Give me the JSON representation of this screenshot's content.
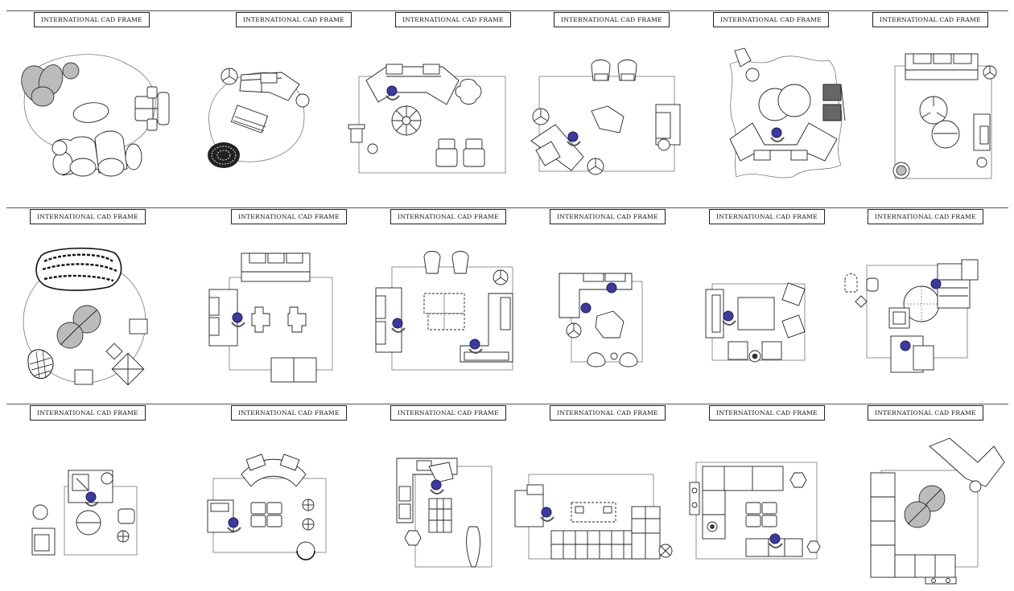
{
  "sheet": {
    "frame_label": "INTERNATIONAL CAD FRAME",
    "rows": 3,
    "columns": 6,
    "colors": {
      "line": "#222222",
      "figure_body": "#3a3aa0",
      "figure_outline": "#1a1a60",
      "hatch": "#bbbbbb"
    }
  },
  "frames": [
    {
      "id": "r1c1",
      "label": "INTERNATIONAL CAD FRAME"
    },
    {
      "id": "r1c2",
      "label": "INTERNATIONAL CAD FRAME"
    },
    {
      "id": "r1c3",
      "label": "INTERNATIONAL CAD FRAME"
    },
    {
      "id": "r1c4",
      "label": "INTERNATIONAL CAD FRAME"
    },
    {
      "id": "r1c5",
      "label": "INTERNATIONAL CAD FRAME"
    },
    {
      "id": "r1c6",
      "label": "INTERNATIONAL CAD FRAME"
    },
    {
      "id": "r2c1",
      "label": "INTERNATIONAL CAD FRAME"
    },
    {
      "id": "r2c2",
      "label": "INTERNATIONAL CAD FRAME"
    },
    {
      "id": "r2c3",
      "label": "INTERNATIONAL CAD FRAME"
    },
    {
      "id": "r2c4",
      "label": "INTERNATIONAL CAD FRAME"
    },
    {
      "id": "r2c5",
      "label": "INTERNATIONAL CAD FRAME"
    },
    {
      "id": "r2c6",
      "label": "INTERNATIONAL CAD FRAME"
    },
    {
      "id": "r3c1",
      "label": "INTERNATIONAL CAD FRAME"
    },
    {
      "id": "r3c2",
      "label": "INTERNATIONAL CAD FRAME"
    },
    {
      "id": "r3c3",
      "label": "INTERNATIONAL CAD FRAME"
    },
    {
      "id": "r3c4",
      "label": "INTERNATIONAL CAD FRAME"
    },
    {
      "id": "r3c5",
      "label": "INTERNATIONAL CAD FRAME"
    },
    {
      "id": "r3c6",
      "label": "INTERNATIONAL CAD FRAME"
    }
  ]
}
